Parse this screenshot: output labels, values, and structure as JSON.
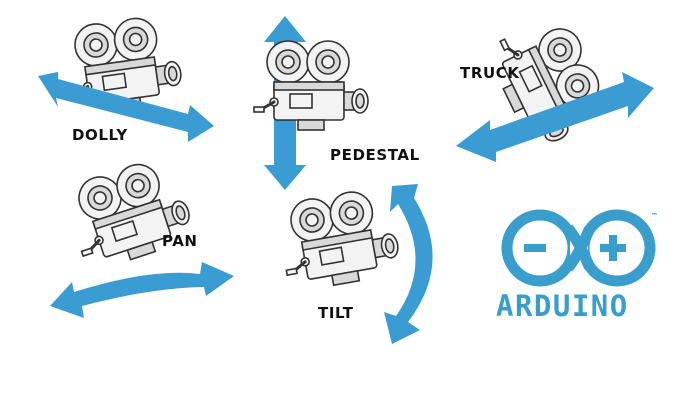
{
  "colors": {
    "arrow": "#3B9BD3",
    "arduino": "#3A9ECC",
    "camera_fill": "#F3F3F3",
    "camera_shade": "#D9D9D9",
    "camera_line": "#333333",
    "label": "#111111"
  },
  "movements": {
    "dolly": "DOLLY",
    "pedestal": "PEDESTAL",
    "truck": "TRUCK",
    "pan": "PAN",
    "tilt": "TILT"
  },
  "logo": {
    "wordmark": "ARDUINO",
    "minus": "−",
    "plus": "+",
    "trademark": "™"
  },
  "icons": [
    "camera-icon",
    "arrow-icon",
    "arduino-logo-icon"
  ]
}
